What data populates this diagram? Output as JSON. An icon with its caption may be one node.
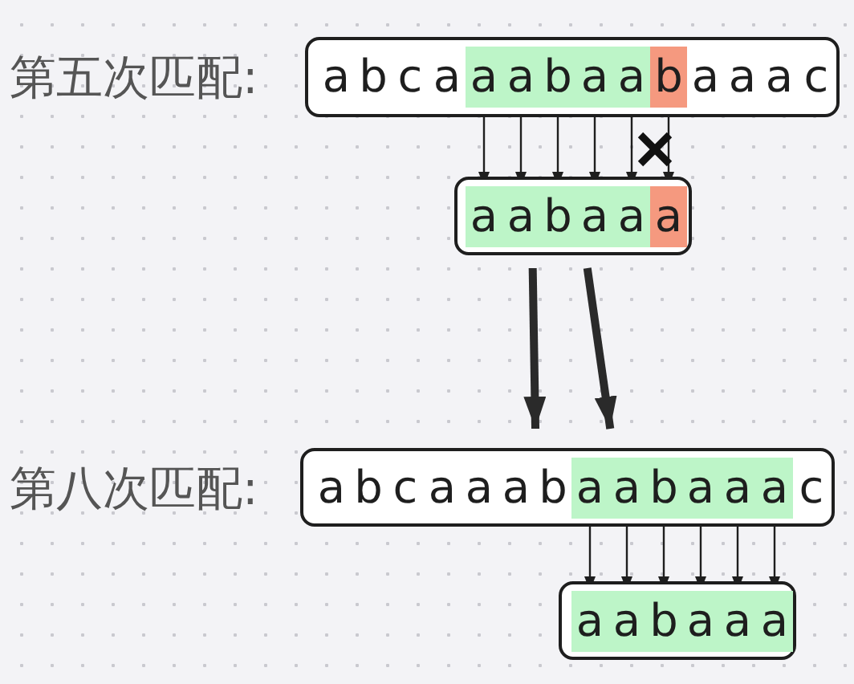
{
  "diagram": {
    "nodes": [
      {
        "text": [
          "第五次匹配:"
        ]
      },
      {
        "text": [
          "a"
        ],
        "in": 0
      },
      {
        "text": [
          "b"
        ],
        "in": 0
      },
      {
        "text": [
          "c"
        ],
        "in": 0
      },
      {
        "text": [
          "a"
        ],
        "in": 0
      },
      {
        "text": [
          "a"
        ],
        "in": 0
      },
      {
        "text": [
          "a"
        ],
        "in": 0
      },
      {
        "text": [
          "b"
        ],
        "in": 0
      },
      {
        "text": [
          "a"
        ],
        "in": 0
      },
      {
        "text": [
          "a"
        ],
        "in": 0
      },
      {
        "text": [
          "b"
        ],
        "in": 0
      },
      {
        "text": [
          "a"
        ],
        "in": 0
      },
      {
        "text": [
          "a"
        ],
        "in": 0
      },
      {
        "text": [
          "a"
        ],
        "in": 0
      },
      {
        "text": [
          "c"
        ],
        "in": 0
      },
      {
        "text": [],
        "shape": "box"
      },
      {
        "text": [
          "a"
        ],
        "in": 15
      },
      {
        "text": [
          "a"
        ],
        "in": 15
      },
      {
        "text": [
          "b"
        ],
        "in": 15
      },
      {
        "text": [
          "a"
        ],
        "in": 15
      },
      {
        "text": [
          "a"
        ],
        "in": 15
      },
      {
        "text": [
          "a"
        ],
        "in": 15
      },
      {
        "text": [
          "第八次匹配:"
        ]
      },
      {
        "text": [
          "a"
        ],
        "in": 22
      },
      {
        "text": [
          "b"
        ],
        "in": 22
      },
      {
        "text": [
          "c"
        ],
        "in": 22
      },
      {
        "text": [
          "a"
        ],
        "in": 22
      },
      {
        "text": [
          "a"
        ],
        "in": 22
      },
      {
        "text": [
          "a"
        ],
        "in": 22
      },
      {
        "text": [
          "b"
        ],
        "in": 22
      },
      {
        "text": [
          "a"
        ],
        "in": 22
      },
      {
        "text": [
          "a"
        ],
        "in": 22
      },
      {
        "text": [
          "b"
        ],
        "in": 22
      },
      {
        "text": [
          "a"
        ],
        "in": 22
      },
      {
        "text": [
          "a"
        ],
        "in": 22
      },
      {
        "text": [
          "a"
        ],
        "in": 22
      },
      {
        "text": [
          "c"
        ],
        "in": 22
      },
      {
        "text": [],
        "shape": "box"
      },
      {
        "text": [
          "a"
        ],
        "in": 37
      },
      {
        "text": [
          "a"
        ],
        "in": 37
      },
      {
        "text": [
          "b"
        ],
        "in": 37
      },
      {
        "text": [
          "a"
        ],
        "in": 37
      },
      {
        "text": [
          "a"
        ],
        "in": 37
      },
      {
        "text": [
          "a"
        ],
        "in": 37
      }
    ],
    "edges": [
      {
        "from": 5,
        "to": 16,
        "arrow": "to"
      },
      {
        "from": 6,
        "to": 17,
        "arrow": "to"
      },
      {
        "from": 7,
        "to": 18,
        "arrow": "to"
      },
      {
        "from": 8,
        "to": 19,
        "arrow": "to"
      },
      {
        "from": 9,
        "to": 20,
        "arrow": "to"
      },
      {
        "from": 10,
        "to": 21,
        "arrow": "to"
      },
      {
        "from": 15,
        "to": 22,
        "arrow": "to",
        "style": "thick"
      },
      {
        "from": 15,
        "to": 22,
        "arrow": "to",
        "style": "thick"
      },
      {
        "from": 30,
        "to": 38,
        "arrow": "to"
      },
      {
        "from": 31,
        "to": 39,
        "arrow": "to"
      },
      {
        "from": 32,
        "to": 40,
        "arrow": "to"
      },
      {
        "from": 33,
        "to": 41,
        "arrow": "to"
      },
      {
        "from": 34,
        "to": 42,
        "arrow": "to"
      },
      {
        "from": 35,
        "to": 43,
        "arrow": "to"
      }
    ]
  }
}
